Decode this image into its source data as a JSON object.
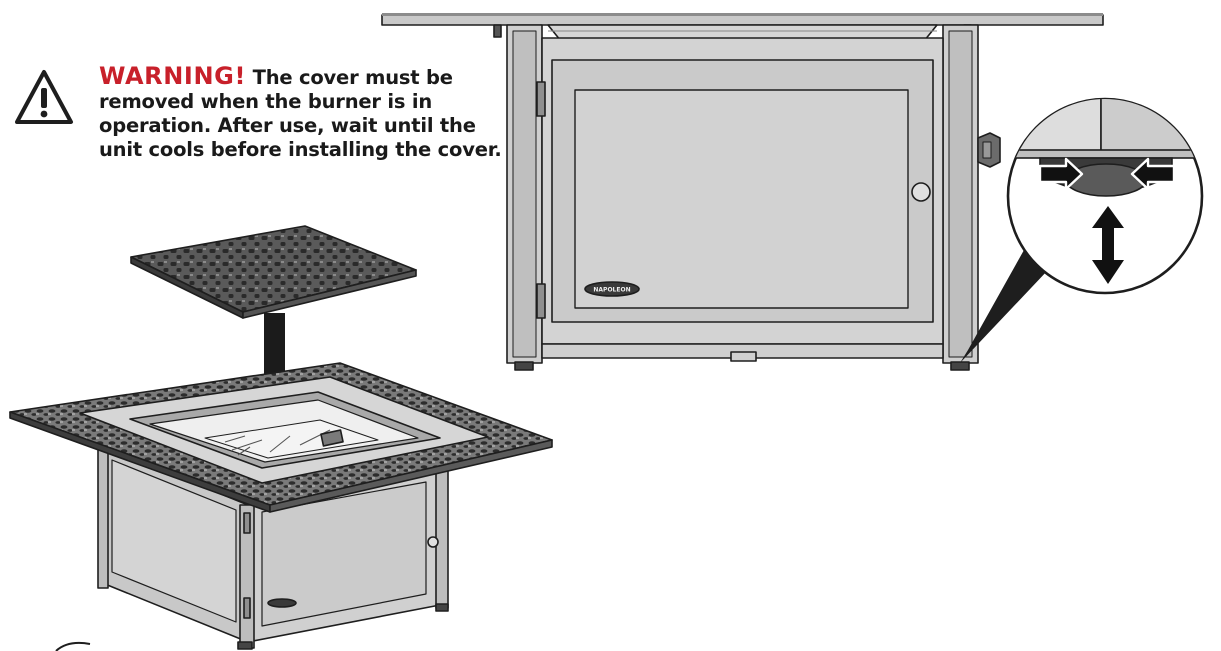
{
  "warning": {
    "label": "WARNING!",
    "message": "The cover must be removed when the burner is in operation. After use, wait until the unit cools before installing the cover.",
    "accent_color": "#c8202a",
    "icon": "warning-triangle-icon"
  },
  "illustration": {
    "logo_text": "NAPOLEON",
    "colors": {
      "outline": "#1e1e1e",
      "metal_light": "#d9d9d9",
      "metal_mid": "#bdbdbd",
      "metal_dark": "#4a4a4a",
      "grate": "#3c3c3c"
    }
  }
}
